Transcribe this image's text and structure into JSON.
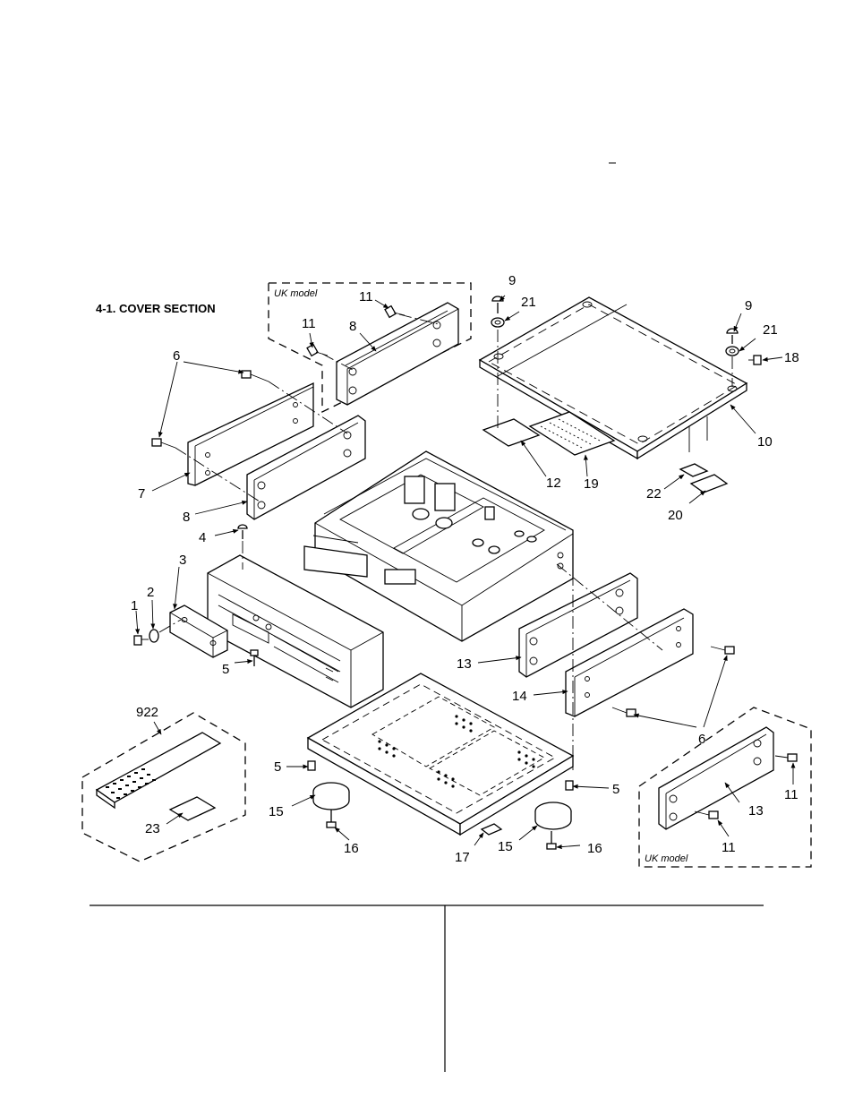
{
  "section_title": "4-1.  COVER SECTION",
  "uk_box_top_label": "UK  model",
  "uk_box_bottom_label": "UK  model",
  "callouts": {
    "c1": "1",
    "c2": "2",
    "c3": "3",
    "c4": "4",
    "c5a": "5",
    "c5b": "5",
    "c5c": "5",
    "c6a": "6",
    "c6b": "6",
    "c7": "7",
    "c8a": "8",
    "c8b": "8",
    "c9a": "9",
    "c9b": "9",
    "c10": "10",
    "c11a": "11",
    "c11b": "11",
    "c11c": "11",
    "c11d": "11",
    "c12": "12",
    "c13a": "13",
    "c13b": "13",
    "c14": "14",
    "c15a": "15",
    "c15b": "15",
    "c16a": "16",
    "c16b": "16",
    "c17": "17",
    "c18": "18",
    "c19": "19",
    "c20": "20",
    "c21a": "21",
    "c21b": "21",
    "c22": "22",
    "c23": "23",
    "c922": "922"
  }
}
